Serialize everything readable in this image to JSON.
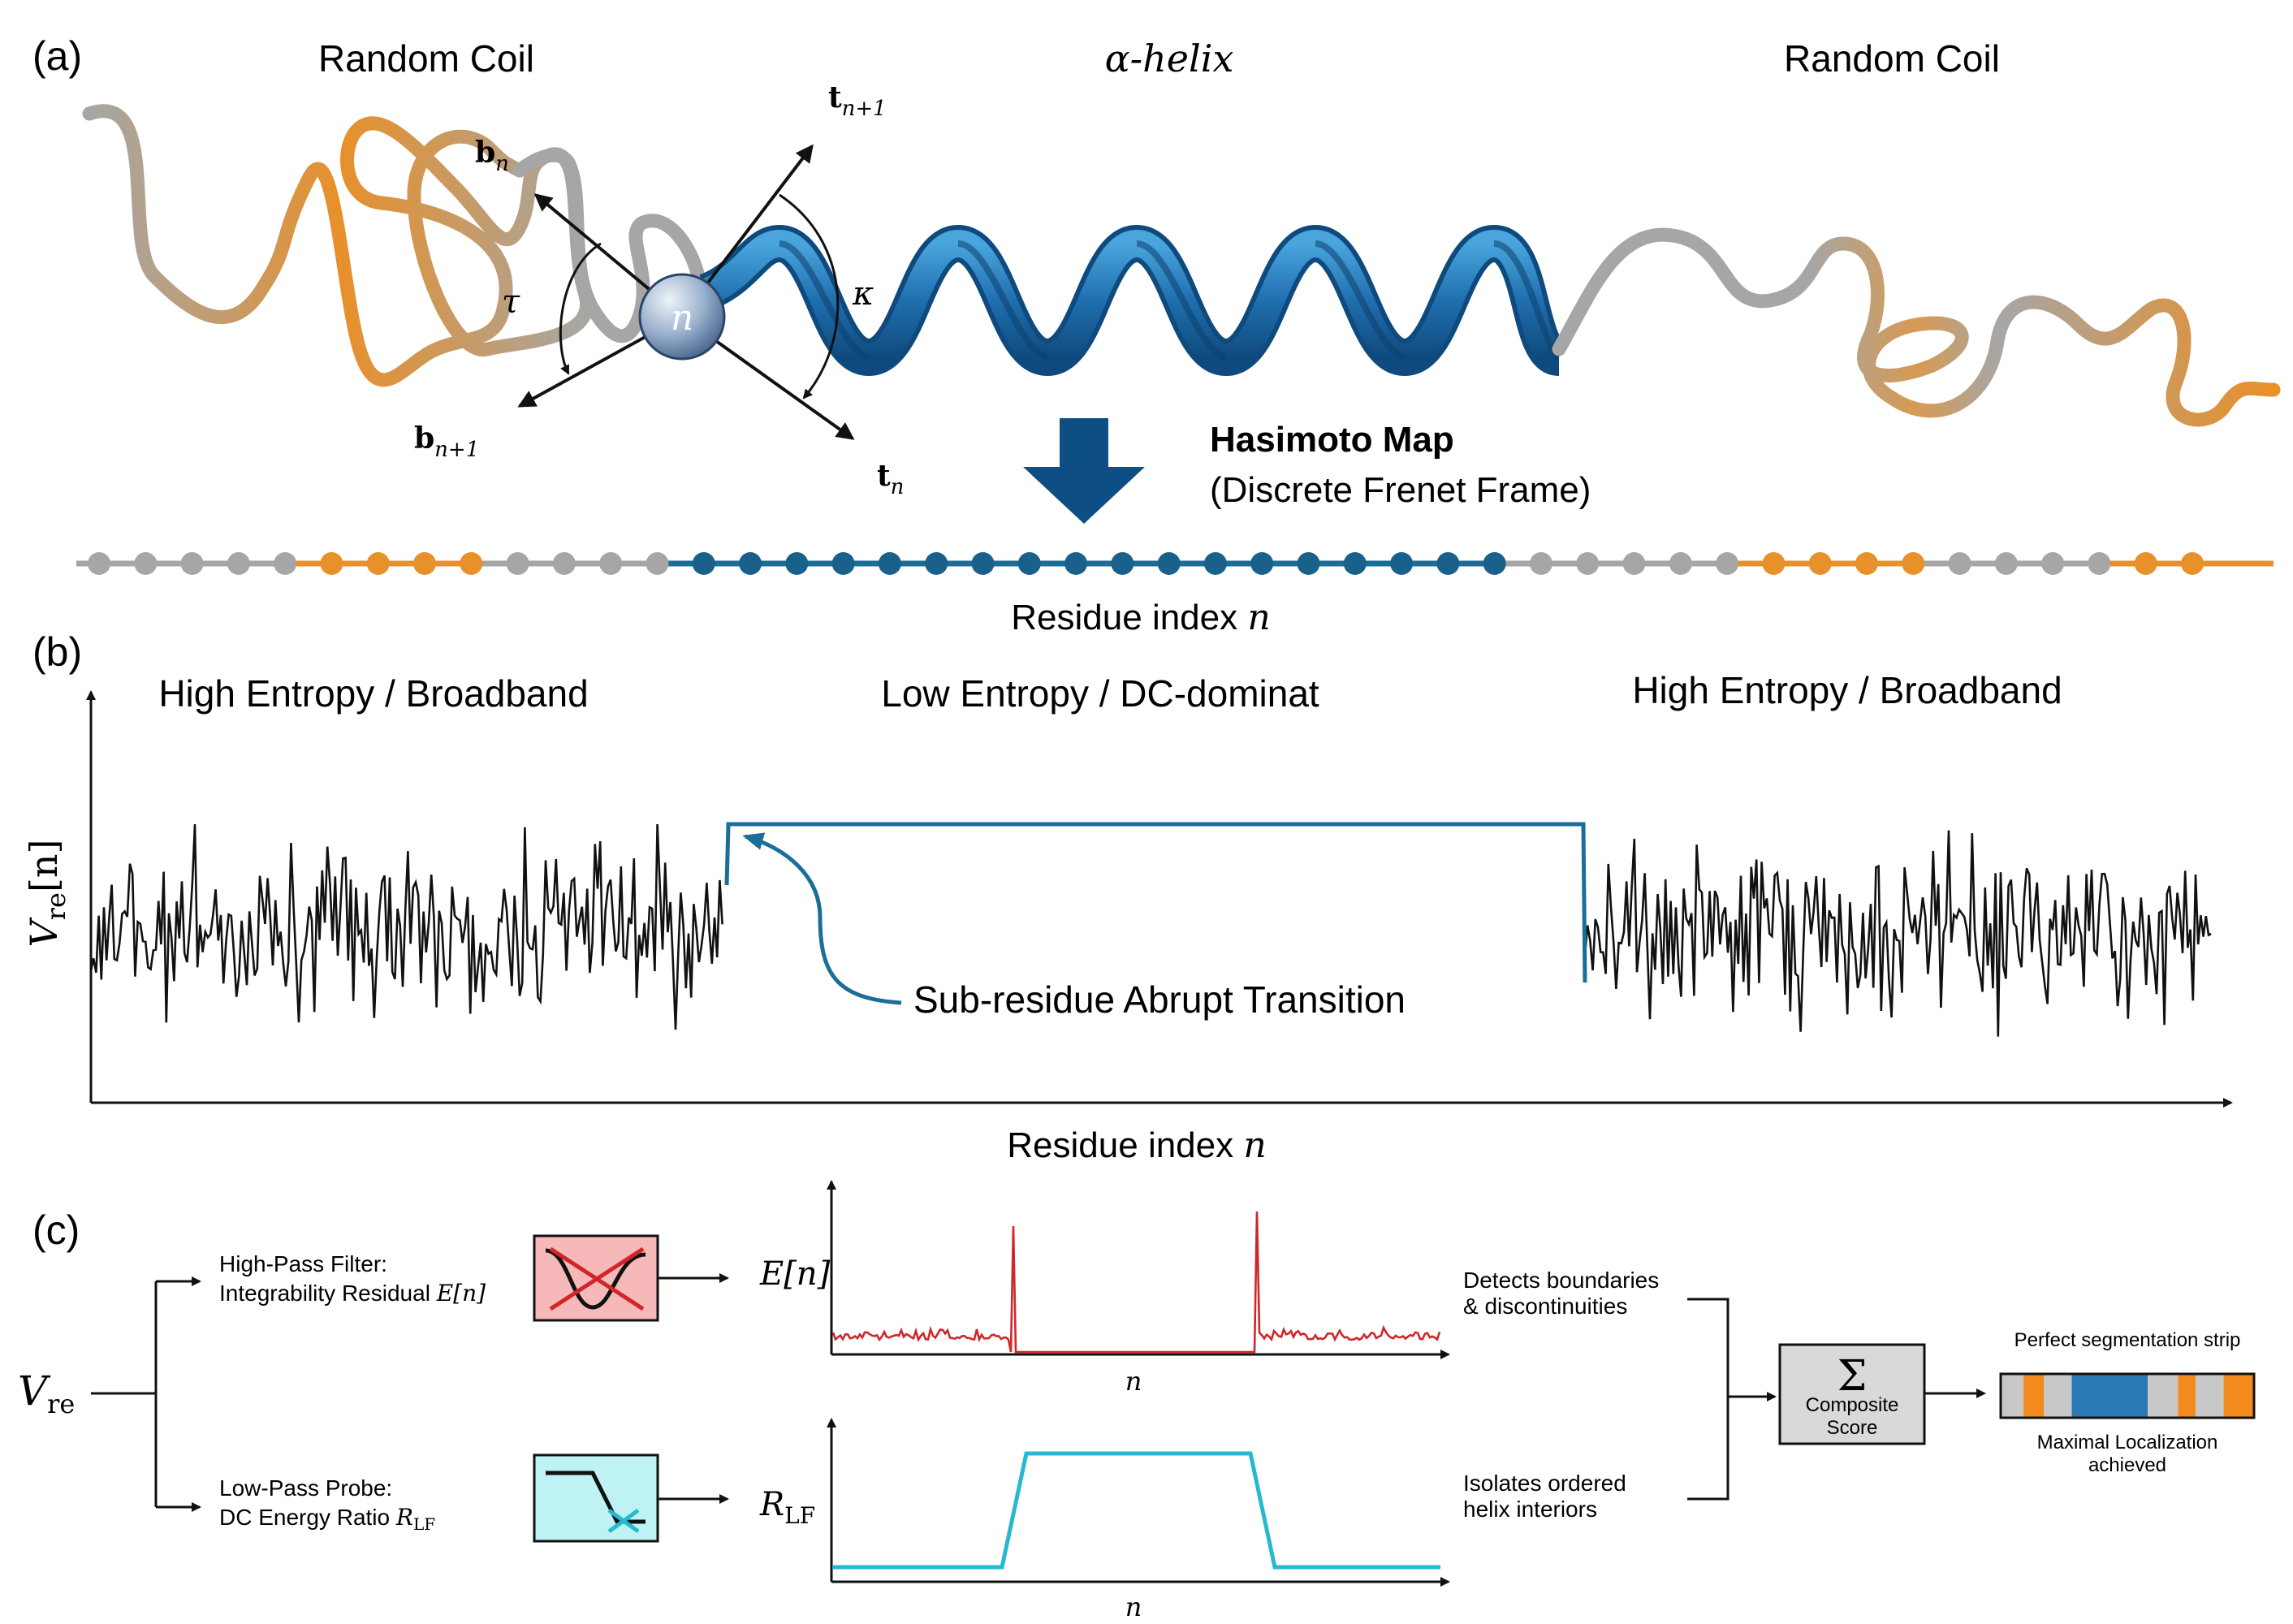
{
  "panel_a": {
    "label": "(a)",
    "region_left": "Random Coil",
    "region_middle": "α-helix",
    "region_right": "Random Coil",
    "vec_b": "b",
    "vec_b_sub": "n",
    "vec_b1": "b",
    "vec_b1_sub": "n+1",
    "vec_t": "t",
    "vec_t_sub": "n",
    "vec_t1": "t",
    "vec_t1_sub": "n+1",
    "angle_tau": "τ",
    "angle_kappa": "κ",
    "node": "n",
    "map_title": "Hasimoto Map",
    "map_subtitle": "(Discrete Frenet Frame)",
    "axis_label_text": "Residue index ",
    "axis_label_var": "n",
    "residues": [
      "coil",
      "coil",
      "coil",
      "coil",
      "coil",
      "helixb",
      "helixb",
      "helixb",
      "helixb",
      "coil",
      "coil",
      "coil",
      "coil",
      "helix",
      "helix",
      "helix",
      "helix",
      "helix",
      "helix",
      "helix",
      "helix",
      "helix",
      "helix",
      "helix",
      "helix",
      "helix",
      "helix",
      "helix",
      "helix",
      "helix",
      "helix",
      "coil",
      "coil",
      "coil",
      "coil",
      "coil",
      "helixb",
      "helixb",
      "helixb",
      "helixb",
      "coil",
      "coil",
      "coil",
      "coil",
      "helixb",
      "helixb"
    ]
  },
  "panel_b": {
    "label": "(b)",
    "region_left": "High Entropy / Broadband",
    "region_middle": "Low Entropy / DC-dominat",
    "region_right": "High Entropy / Broadband",
    "ylabel_var": "V",
    "ylabel_sub": "re",
    "ylabel_arg": "[n]",
    "xlabel_text": "Residue index ",
    "xlabel_var": "n",
    "annotation": "Sub-residue Abrupt Transition"
  },
  "panel_c": {
    "label": "(c)",
    "input_var": "V",
    "input_sub": "re",
    "hp_title": "High-Pass Filter:",
    "hp_desc": "Integrability Residual ",
    "hp_desc_var": "E[n]",
    "lp_title": "Low-Pass Probe:",
    "lp_desc": "DC Energy Ratio ",
    "lp_desc_var": "R",
    "lp_desc_sub": "LF",
    "e_label": "E[n]",
    "r_label_var": "R",
    "r_label_sub": "LF",
    "n_label": "n",
    "hp_note_1": "Detects boundaries",
    "hp_note_2": "& discontinuities",
    "lp_note_1": "Isolates ordered",
    "lp_note_2": "helix interiors",
    "sum_symbol": "Σ",
    "sum_label_1": "Composite",
    "sum_label_2": "Score",
    "strip_title": "Perfect segmentation strip",
    "strip_caption_1": "Maximal Localization",
    "strip_caption_2": "achieved",
    "strip_segments": [
      {
        "type": "coil",
        "fraction": 0.09
      },
      {
        "type": "helixb",
        "fraction": 0.08
      },
      {
        "type": "coil",
        "fraction": 0.11
      },
      {
        "type": "helix",
        "fraction": 0.3
      },
      {
        "type": "coil",
        "fraction": 0.12
      },
      {
        "type": "helixb",
        "fraction": 0.07
      },
      {
        "type": "coil",
        "fraction": 0.11
      },
      {
        "type": "helixb",
        "fraction": 0.12
      }
    ]
  },
  "colors": {
    "coil": "#a6a6a6",
    "helix": "#1a6e97",
    "helix_dark": "#19608a",
    "helixb": "#e8902a",
    "orange_strip": "#f28a1e",
    "blue_strip": "#2a78b4",
    "gray_strip": "#c8c8c8",
    "red": "#d0262a",
    "cyan": "#27b9cc",
    "arrow_down": "#0d4f84"
  }
}
